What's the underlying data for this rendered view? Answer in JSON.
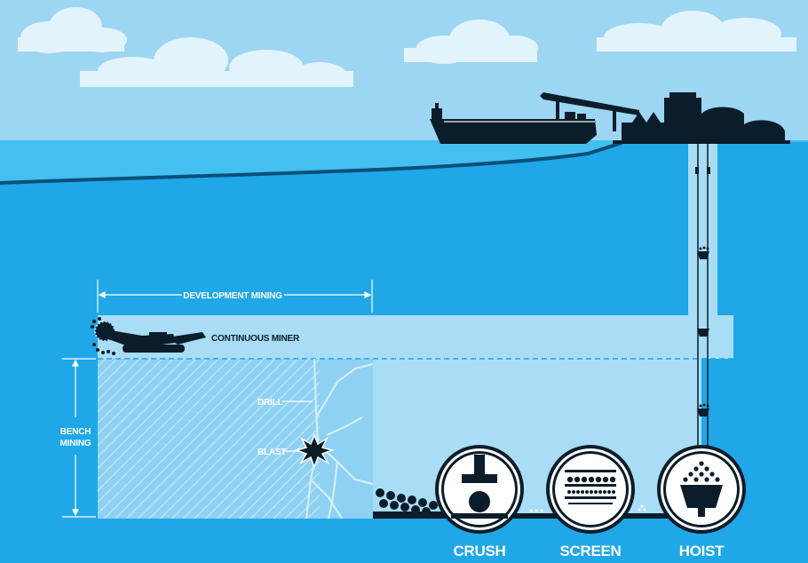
{
  "labels": {
    "development_mining": "DEVELOPMENT MINING",
    "continuous_miner": "CONTINUOUS MINER",
    "bench_mining_line1": "BENCH",
    "bench_mining_line2": "MINING",
    "drill": "DRILL",
    "blast": "BLAST",
    "crush": "CRUSH",
    "screen": "SCREEN",
    "hoist": "HOIST"
  },
  "icons": {
    "crush": "crusher-icon",
    "screen": "screen-icon",
    "hoist": "hoist-skip-icon",
    "ship": "ship-icon",
    "plant": "processing-plant-icon",
    "miner": "continuous-miner-icon",
    "blast": "explosion-icon"
  },
  "colors": {
    "sky": "#9dd6f3",
    "sea_surface": "#43bff0",
    "sea_deep": "#1fa7e8",
    "tunnel": "#a9dcf5",
    "silhouette": "#0b1d2a",
    "white": "#ffffff"
  }
}
